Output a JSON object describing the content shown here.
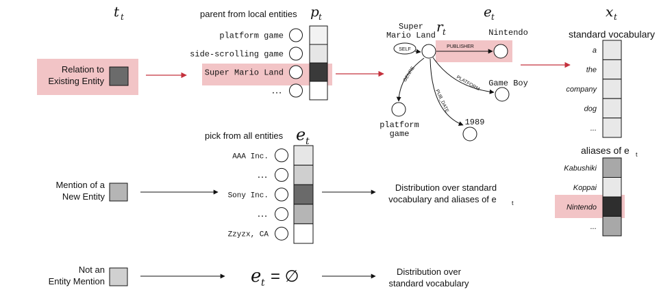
{
  "headers": {
    "t": "t",
    "t_sub": "t",
    "p": "p",
    "p_sub": "t",
    "e": "e",
    "e_sub": "t",
    "x": "x",
    "x_sub": "t",
    "r": "r",
    "r_sub": "t"
  },
  "row_labels": {
    "relation_line1": "Relation to",
    "relation_line2": "Existing Entity",
    "mention_line1": "Mention of a",
    "mention_line2": "New Entity",
    "not_line1": "Not an",
    "not_line2": "Entity Mention"
  },
  "parent": {
    "title": "parent from local entities",
    "items": [
      "platform game",
      "side-scrolling game",
      "Super Mario Land",
      "…"
    ],
    "cell_colors": [
      "#f2f2f2",
      "#e6e6e6",
      "#3a3a3a",
      "#ffffff"
    ]
  },
  "pick": {
    "title": "pick from all entities",
    "e_label": "e",
    "e_sub": "t",
    "items": [
      "AAA Inc.",
      "…",
      "Sony Inc.",
      "…",
      "Zzyzx, CA"
    ],
    "cell_colors": [
      "#e6e6e6",
      "#cfcfcf",
      "#6a6a6a",
      "#b5b5b5",
      "#ffffff"
    ]
  },
  "graph": {
    "center_line1": "Super",
    "center_line2": "Mario Land",
    "self_label": "SELF",
    "edges": {
      "publisher": "PUBLISHER",
      "platform": "PLATFORM",
      "pubdate": "PUB_DATE",
      "genre": "GENRE"
    },
    "nodes": {
      "nintendo": "Nintendo",
      "gameboy": "Game Boy",
      "date": "1989",
      "platform_line1": "platform",
      "platform_line2": "game"
    }
  },
  "vocab": {
    "title": "standard vocabulary",
    "items": [
      "a",
      "the",
      "company",
      "dog",
      "..."
    ],
    "cell_colors": [
      "#e8e8e8",
      "#e8e8e8",
      "#e8e8e8",
      "#e8e8e8",
      "#e8e8e8"
    ]
  },
  "aliases": {
    "title": "aliases of e",
    "title_sub": "t",
    "items": [
      "Kabushiki",
      "Koppai",
      "Nintendo",
      "..."
    ],
    "cell_colors": [
      "#a8a8a8",
      "#e8e8e8",
      "#2e2e2e",
      "#a8a8a8"
    ]
  },
  "distributions": {
    "mid_line1": "Distribution over standard",
    "mid_line2": "vocabulary and aliases of e",
    "mid_sub": "t",
    "bottom_line1": "Distribution over",
    "bottom_line2": "standard vocabulary"
  },
  "null_eq": {
    "lhs": "e",
    "sub": "t",
    "rhs": "= ∅"
  },
  "colors": {
    "highlight": "#f2c4c6",
    "accent_arrow": "#c4303c",
    "arrow": "#111111",
    "swatch_relation": "#6b6b6b",
    "swatch_mention": "#b5b5b5",
    "swatch_not": "#d0d0d0"
  }
}
